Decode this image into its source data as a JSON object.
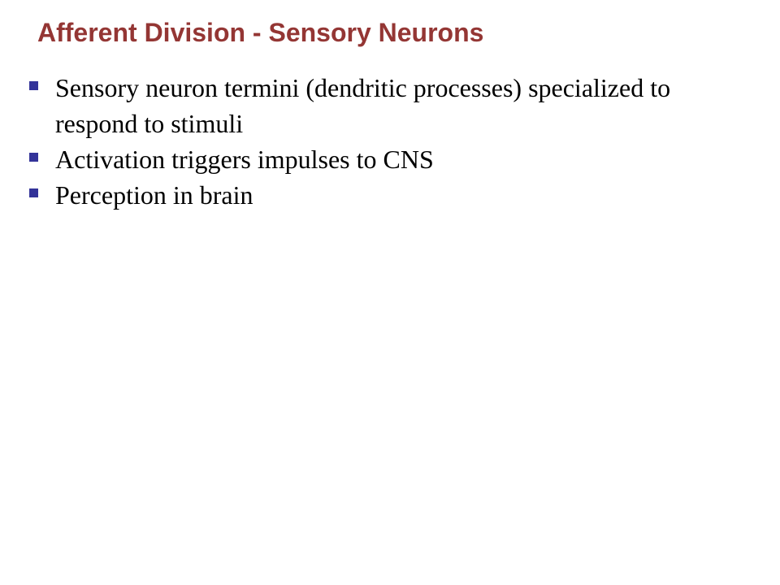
{
  "slide": {
    "title": "Afferent Division - Sensory Neurons",
    "bullets": [
      {
        "text": "Sensory neuron termini (dendritic processes) specialized to respond to stimuli",
        "icon": "square-bullet-icon"
      },
      {
        "text": "Activation triggers impulses to CNS",
        "icon": "square-bullet-icon"
      },
      {
        "text": "Perception in brain",
        "icon": "square-bullet-icon"
      }
    ]
  },
  "colors": {
    "title": "#943634",
    "bullet": "#333399",
    "text": "#000000",
    "background": "#ffffff"
  }
}
